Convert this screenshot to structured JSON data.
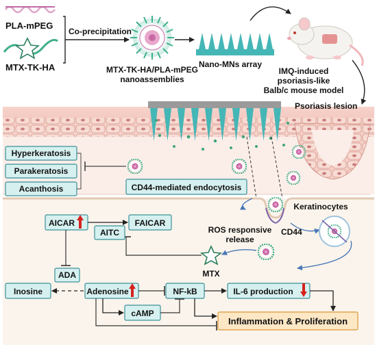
{
  "colors": {
    "teal_fill": "#d6f0f0",
    "teal_stroke": "#3a8f97",
    "needle": "#45b6b6",
    "skin_pink": "#f3c9c2",
    "lower_panel": "#fbf4ec",
    "orange_box": "#fde7c5",
    "red_arrow": "#d6231e"
  },
  "top": {
    "pla_mpeg": "PLA-mPEG",
    "mtx_tk_ha": "MTX-TK-HA",
    "coprecipitation": "Co-precipitation",
    "nanoassemblies_line1": "MTX-TK-HA/PLA-mPEG",
    "nanoassemblies_line2": "nanoassemblies",
    "nano_mns_array": "Nano-MNs array",
    "mouse_line1": "IMQ-induced",
    "mouse_line2": "psoriasis-like",
    "mouse_line3": "Balb/c mouse model"
  },
  "skin": {
    "psoriasis_lesion": "Psoriasis lesion",
    "hyperkeratosis": "Hyperkeratosis",
    "parakeratosis": "Parakeratosis",
    "acanthosis": "Acanthosis",
    "endocytosis": "CD44-mediated endocytosis"
  },
  "cell": {
    "keratinocytes": "Keratinocytes",
    "cd44": "CD44",
    "ros_line1": "ROS responsive",
    "ros_line2": "release",
    "mtx": "MTX"
  },
  "pathway": {
    "aicar": "AICAR",
    "faicar": "FAICAR",
    "aitc": "AITC",
    "ada": "ADA",
    "inosine": "Inosine",
    "adenosine": "Adenosine",
    "nfkb": "NF-kB",
    "il6": "IL-6 production",
    "camp": "cAMP",
    "inflammation": "Inflammation & Proliferation"
  }
}
